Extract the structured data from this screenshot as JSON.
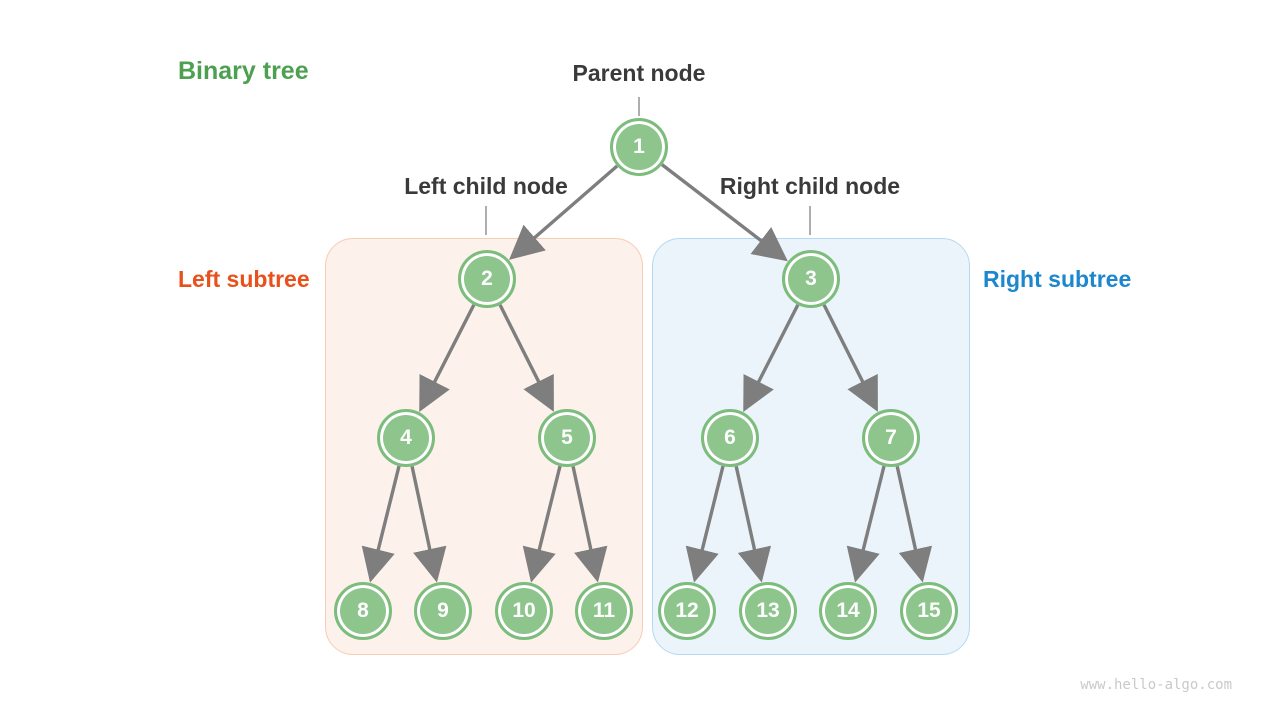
{
  "page": {
    "title": "Binary tree",
    "watermark": "www.hello-algo.com"
  },
  "labels": {
    "parent_node": "Parent node",
    "left_child_node": "Left child node",
    "right_child_node": "Right child node",
    "left_subtree": "Left subtree",
    "right_subtree": "Right subtree"
  },
  "tree": {
    "nodes": [
      "1",
      "2",
      "3",
      "4",
      "5",
      "6",
      "7",
      "8",
      "9",
      "10",
      "11",
      "12",
      "13",
      "14",
      "15"
    ],
    "edges": [
      [
        "1",
        "2"
      ],
      [
        "1",
        "3"
      ],
      [
        "2",
        "4"
      ],
      [
        "2",
        "5"
      ],
      [
        "3",
        "6"
      ],
      [
        "3",
        "7"
      ],
      [
        "4",
        "8"
      ],
      [
        "4",
        "9"
      ],
      [
        "5",
        "10"
      ],
      [
        "5",
        "11"
      ],
      [
        "6",
        "12"
      ],
      [
        "6",
        "13"
      ],
      [
        "7",
        "14"
      ],
      [
        "7",
        "15"
      ]
    ]
  },
  "colors": {
    "title_green": "#4CA050",
    "left_subtree_orange": "#E8511B",
    "right_subtree_blue": "#1D87CE",
    "node_fill": "#8DC58D",
    "node_ring": "#7CBC7C",
    "arrow_gray": "#7E7E7E",
    "leader_gray": "#9A9A9A",
    "left_box_fill": "#FDF1EB",
    "left_box_border": "#F7CBB5",
    "right_box_fill": "#EBF4FB",
    "right_box_border": "#B5D9F3"
  }
}
